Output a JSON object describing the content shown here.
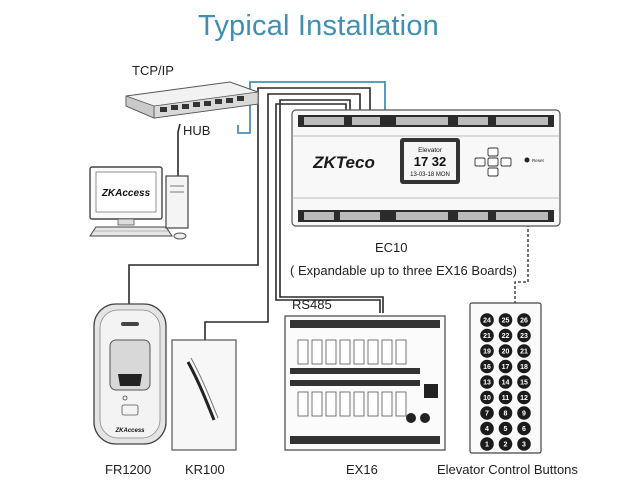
{
  "title": "Typical Installation",
  "labels": {
    "tcpip": "TCP/IP",
    "hub": "HUB",
    "ec10": "EC10",
    "expandable": "( Expandable up to three EX16 Boards)",
    "rs485": "RS485",
    "fr1200": "FR1200",
    "kr100": "KR100",
    "ex16": "EX16",
    "elevator_buttons": "Elevator Control Buttons"
  },
  "ec10": {
    "screen_title": "Elevator",
    "screen_time": "17 32",
    "screen_date": "13-03-18 MON",
    "brand": "ZKTeco",
    "reset_label": "Reset"
  },
  "pc": {
    "screen_brand": "ZKAccess"
  },
  "fr1200": {
    "brand": "ZKAccess"
  },
  "buttons": [
    [
      "24",
      "25",
      "26"
    ],
    [
      "21",
      "22",
      "23"
    ],
    [
      "19",
      "20",
      "21"
    ],
    [
      "16",
      "17",
      "18"
    ],
    [
      "13",
      "14",
      "15"
    ],
    [
      "10",
      "11",
      "12"
    ],
    [
      "7",
      "8",
      "9"
    ],
    [
      "4",
      "5",
      "6"
    ],
    [
      "1",
      "2",
      "3"
    ]
  ]
}
